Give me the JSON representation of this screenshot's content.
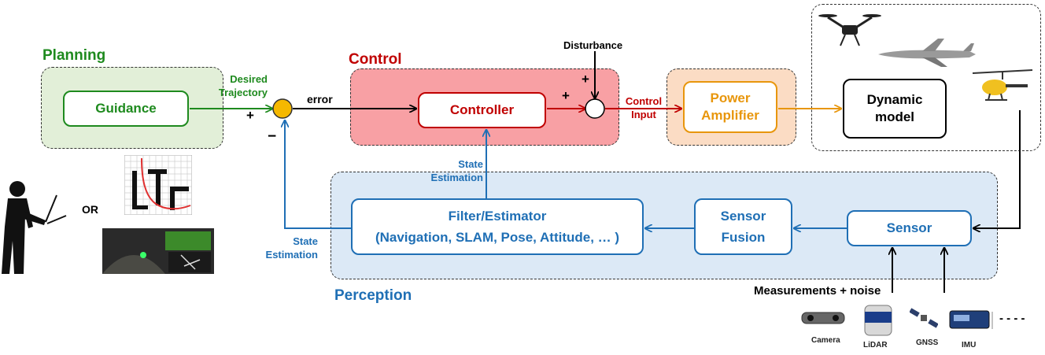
{
  "titles": {
    "planning": "Planning",
    "control": "Control",
    "perception": "Perception"
  },
  "blocks": {
    "guidance": "Guidance",
    "controller": "Controller",
    "power_amplifier": "Power\nAmplifier",
    "dynamic_model": "Dynamic\nmodel",
    "filter_estimator": "Filter/Estimator\n(Navigation, SLAM, Pose, Attitude, … )",
    "sensor_fusion": "Sensor\nFusion",
    "sensor": "Sensor"
  },
  "labels": {
    "desired_trajectory": "Desired\nTrajectory",
    "plus_sum1": "+",
    "minus_sum1": "−",
    "error": "error",
    "plus_sum2_left": "+",
    "plus_sum2_top": "+",
    "disturbance": "Disturbance",
    "control_input": "Control\nInput",
    "state_estimation_top": "State\nEstimation",
    "state_estimation_left": "State\nEstimation",
    "or": "OR",
    "measurements_noise": "Measurements + noise",
    "dashes": "- - - -"
  },
  "sensor_captions": {
    "camera": "Camera",
    "lidar": "LiDAR",
    "gnss": "GNSS",
    "imu": "IMU"
  },
  "colors": {
    "planning_green": "#1e8a1e",
    "planning_fill": "#e2efd8",
    "control_red": "#c00000",
    "control_fill": "#f8a0a4",
    "amplifier_orange": "#e8960c",
    "amplifier_fill": "#fbdcc4",
    "perception_blue": "#1f6fb5",
    "perception_fill": "#dce9f6",
    "sum_yellow": "#f5b800"
  }
}
